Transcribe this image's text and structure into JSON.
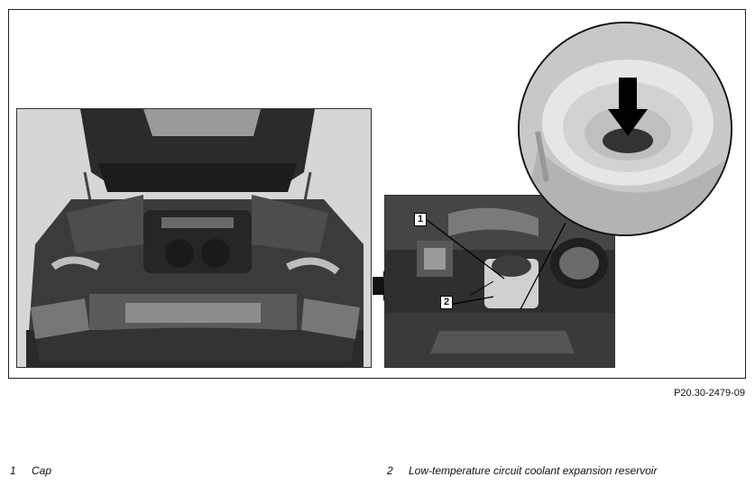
{
  "figure": {
    "reference_code": "P20.30-2479-09",
    "callouts": [
      "1",
      "2"
    ]
  },
  "legend": [
    {
      "number": "1",
      "label": "Cap"
    },
    {
      "number": "2",
      "label": "Low-temperature circuit coolant expansion reservoir"
    }
  ]
}
